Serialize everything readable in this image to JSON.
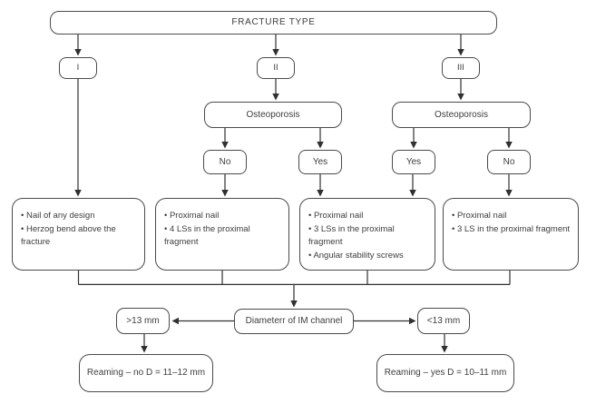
{
  "flowchart": {
    "root_label": "FRACTURE TYPE",
    "types": {
      "i": "I",
      "ii": "II",
      "iii": "III"
    },
    "osteoporosis": {
      "left": "Osteoporosis",
      "right": "Osteoporosis"
    },
    "decisions": {
      "no_left": "No",
      "yes_left": "Yes",
      "yes_right": "Yes",
      "no_right": "No"
    },
    "treatments": {
      "type_i": "• Nail of any design\n• Herzog bend above the fracture",
      "type_ii_no_osteo": "• Proximal nail\n• 4 LSs in the proximal fragment",
      "osteo_yes": "• Proximal nail\n• 3 LSs in the proximal fragment\n• Angular stability screws",
      "type_iii_no_osteo": "• Proximal nail\n• 3 LS in the proximal fragment"
    },
    "diameter_label": "Diameterr of IM channel",
    "gt13_label": ">13 mm",
    "lt13_label": "<13 mm",
    "reaming_no_label": "Reaming – no D = 11–12 mm",
    "reaming_yes_label": "Reaming – yes D = 10–11 mm"
  },
  "colors": {
    "border": "#4a4a4a",
    "text": "#3d3d3d",
    "arrow": "#303030",
    "background": "#ffffff"
  }
}
